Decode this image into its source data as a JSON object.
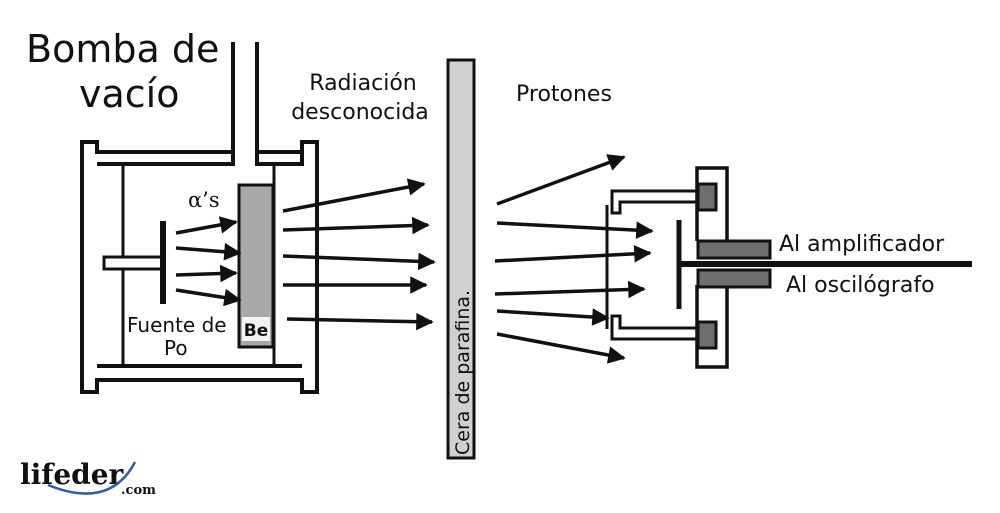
{
  "diagram": {
    "title": "Chadwick neutron discovery apparatus",
    "labels": {
      "vacuum_pump_line1": "Bomba de",
      "vacuum_pump_line2": "vacío",
      "unknown_radiation_line1": "Radiación",
      "unknown_radiation_line2": "desconocida",
      "alphas": "α’s",
      "polonium_source_line1": "Fuente de",
      "polonium_source_line2": "Po",
      "beryllium": "Be",
      "paraffin": "Cera de parafina.",
      "protons": "Protones",
      "to_amplifier": "Al amplificador",
      "to_oscillograph": "Al oscilógrafo"
    },
    "colors": {
      "line": "#111111",
      "beryllium_fill": "#a8a8a8",
      "paraffin_fill": "#d0d0d0",
      "detector_block_fill": "#6e6e6e",
      "logo_swoosh": "#2a5caa"
    }
  },
  "logo": {
    "name": "lifeder",
    "suffix": ".com"
  }
}
